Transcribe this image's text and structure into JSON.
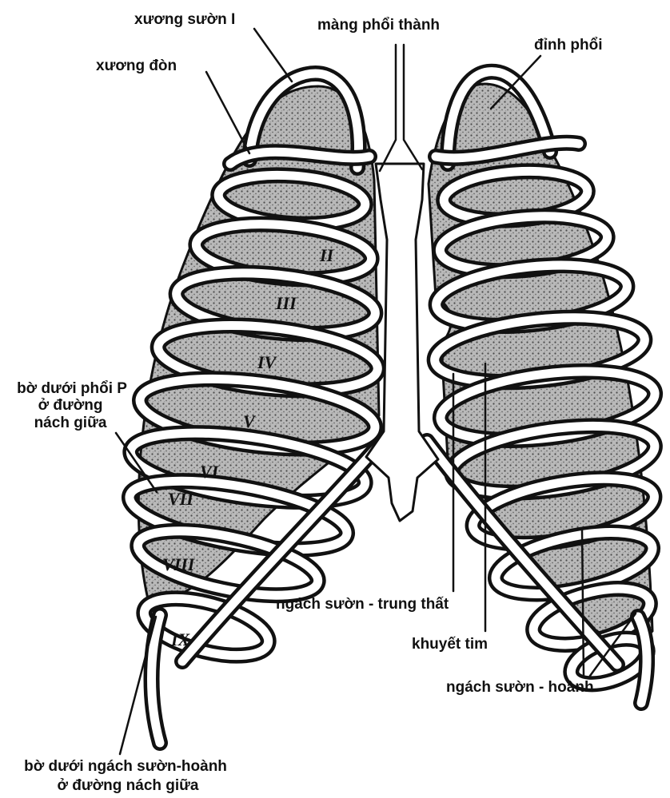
{
  "labels": {
    "first_rib": "xương sườn I",
    "parietal_pleura": "màng phổi thành",
    "clavicle": "xương đòn",
    "lung_apex": "đỉnh phổi",
    "lung_lower_border": [
      "bờ dưới phổi P",
      "ở đường",
      "nách giữa"
    ],
    "costomediastinal_recess": "ngách sườn - trung thất",
    "cardiac_notch": "khuyết tim",
    "costodiaphragmatic_recess": "ngách sườn - hoành",
    "recess_lower_border": [
      "bờ dưới ngách sườn-hoành",
      "ở đường nách giữa"
    ]
  },
  "rib_numerals": [
    "II",
    "III",
    "IV",
    "V",
    "VI",
    "VII",
    "VIII",
    "IX"
  ],
  "colors": {
    "ink": "#111111",
    "bone": "#ffffff",
    "lung": "#b9b9b9"
  }
}
